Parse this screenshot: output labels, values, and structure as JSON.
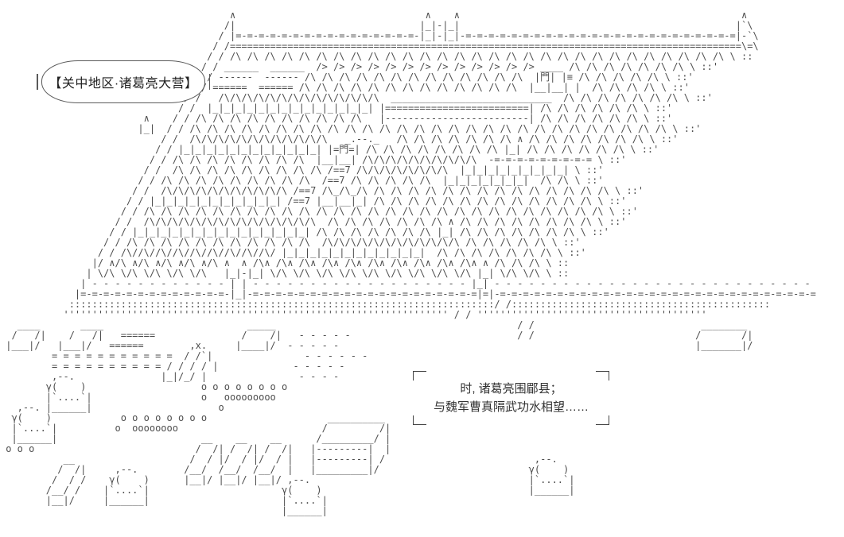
{
  "scene": {
    "location_label": "【关中地区·诸葛亮大营】",
    "narration": {
      "line1": "时, 诸葛亮围郿县；",
      "line2": "与魏军曹真隔武功水相望……"
    },
    "colors": {
      "background": "#ffffff",
      "art": "#4d4d4d",
      "text": "#333333",
      "box_border": "#5a5a5a"
    },
    "ascii_art": {
      "description": "isometric-army-camp",
      "gate_glyph": "門",
      "flag_glyph": "≡",
      "lines": [
        "",
        "                                        ∧                                 ∧    ∧                                                 ∧",
        "                                       /|                                |_|-|_|                                                |`\\",
        "                                      / |=-=-=-=-=-=-=-=-=-=-=-=-=-=-=-=-|_|-|_|-=-=-=-=-=-=-=-=-=-=-=-=-=-=-=-=-=-=-=-=-=-=-=-=|-`\\",
        "                                     / /=========================================================================================\\=\\",
        "                                    / / /\\ /\\ /\\ /\\ /\\ /\\ /\\ /\\ /\\ /\\ /\\ /\\ /\\ /\\ /\\ /\\ /\\ /\\ /\\ /\\ /\\ /\\ /\\ /\\ /\\ /\\ /\\ /\\ /\\ \\ ::",
        "                                   / / ______  ______  /> /> /> /> /> /> /> /> /> /> /> /> /> ____ /\\ /\\ /\\ /\\ /\\ /\\ /\\ \\ ::'",
        "                                  / / ------  ------ /\\ /\\ /\\ /\\ /\\ /\\ /\\ /\\ /\\ /\\ /\\ /\\ /\\  |門| |≡ /\\ /\\ /\\ /\\ /\\ \\ ::'",
        "                                 / / ======  ====== /\\ /\\ /\\ /\\ /\\ /\\ /\\ /\\ /\\ /\\ /\\ /\\ /\\  |__|__| |  /\\ /\\ /\\ /\\ \\ ::'",
        "                                / /   /\\/\\/\\/\\/\\/\\/\\/\\/\\/\\/\\/\\/\\/\\  ____________________________  /\\ /\\ /\\ /\\ /\\ /\\ /\\ \\ ::'",
        "                               / /  |_|_|_|_|_|_|_|_|_|_|_|_|_|_| |=========================| /\\ /\\ /\\ /\\ /\\ /\\ \\ ::'",
        "                         ∧    / / /\\ /\\ /\\ /\\ /\\ /\\ /\\ /\\ /\\ /\\   |-------------------------| /\\ /\\ /\\ /\\ /\\ /\\ \\ ::'",
        "                        |_|  / / /\\ /\\ /\\ /\\ /\\ /\\ /\\ /\\ /\\ /\\ /\\ /\\ /\\ /\\ /\\ /\\ /\\ /\\ /\\ /\\ /\\ /\\ /\\ /\\ /\\ /\\ /\\ /\\ \\ ::'",
        "                            / /  /\\/\\/\\/\\/\\/\\/\\/\\/\\/\\/\\/\\   _.--._   /\\ /\\ /\\ /\\ /\\ /\\ /\\ ∧ /\\ /\\ /\\ /\\ /\\ /\\ /\\ \\ ::'",
        "                           / / |_|_|_|_|_|_|_|_|_|_|_|_| |=門=| /\\ /\\ /\\ /\\ /\\ /\\ /\\ /\\ |_| /\\ /\\ /\\ /\\ /\\ /\\ \\ ::'",
        "                          / / /\\ /\\ /\\ /\\ /\\ /\\ /\\ /\\  |__|__| /\\/\\/\\/\\/\\/\\/\\/\\/\\/\\  -=-=-=-=-=-=-=-=-= \\ ::'",
        "                         / /  /\\ /\\ /\\ /\\ /\\ /\\ /\\ /\\ /\\ /==7 /\\/\\/\\/\\/\\/\\/\\/\\  |_|_|_|_|_|_|_|_|_| \\ ::'",
        "                        / / /\\ /\\ /\\ /\\ /\\ /\\ /\\ /\\ /\\  /==7 /\\ /\\ /\\ /\\ /\\  |_|_|_|_|_|_|_|  /\\ /\\ \\ ::'",
        "                       / /  /\\/\\/\\/\\/\\/\\/\\/\\/\\/\\/\\ /==7 /\\_/\\_/\\ /\\ /\\ /\\ /\\ /\\ /\\ /\\ /\\ /\\ /\\ /\\ /\\ /\\ /\\ \\ ::'",
        "                      / / |_|_|_|_|_|_|_|_|_|_|_| /==7 |__|__|_| /\\ /\\ /\\ /\\ /\\ /\\ /\\ /\\ /\\ /\\ /\\ /\\ /\\ \\ ::'",
        "                     / / /\\ /\\ /\\ /\\ /\\ /\\ /\\ /\\ /\\ /\\ /\\ /\\ /\\ /\\ /\\ /\\ /\\ /\\ /\\ /\\ /\\ /\\ /\\ /\\ /\\ /\\ /\\ \\ ::'",
        "                    / /  /\\/\\/\\/\\/\\/\\/\\/\\/\\/\\/\\/\\/\\/\\/\\  /\\ /\\ /\\ /\\ /\\ /\\ /\\ ∧ /\\ /\\ /\\ /\\ /\\ /\\ /\\ /\\ \\ ::'",
        "                   / / |_|_|_|_|_|_|_|_|_|_|_|_|_|_|_| /\\ /\\ /\\ /\\ /\\ /\\ /\\ |_| /\\ /\\ /\\ /\\ /\\ /\\ /\\ \\ ::'",
        "                  / / /\\ /\\ /\\ /\\ /\\ /\\ /\\ /\\ /\\ /\\ /\\  /\\/\\/\\/\\/\\/\\/\\/\\/\\/\\/\\/\\ /\\ /\\ /\\ /\\ /\\ \\ ::'",
        "                 / / /\\//\\//\\//\\//\\//\\//\\//\\//\\/ |_|_|_|_|_|_|_|_|_|_|_|_|  /\\ /\\ /\\ /\\ /\\ /\\ /\\ \\ ::'",
        "                |/ ∧/\\ ∧/\\ ∧/\\ ∧/\\ ∧/\\ ∧  ∧ /\\∧ /\\∧ /\\∧ /\\∧ /\\∧ /\\∧ /\\∧ /\\∧ /\\∧ /\\∧ ∧ /\\ /\\ /\\ \\ ::",
        "               | \\/\\ \\/\\ \\/\\ \\/\\ \\/\\   |_|-|_| \\/\\ \\/\\ \\/\\ \\/\\ \\/\\ \\/\\ \\/\\ \\/\\ \\/\\ |_| \\/\\ \\/\\ \\ ::",
        "              | - - - - - - - - - - - - | | - - - - - - - - - - - - - - - - - - - |_| - - - - - - - - - - - - - - - - - - - - - - - - - - - -",
        "             |=-=-=-=-=-=-=-=-=-=-=-=-=-|_|-=-=-=-=-=-=-=-=-=-=-=-=-=-=-=-=-=-=-=-=|=|-=-=-=-=-=-=-=-=-=-=-=-=-=-=-=-=-=-=-=-=-=-=-=-=-=-=-=-=",
        "            ::::::::::::::::::::::::::::::::::::::::::::::::::::::::::::::::::::::::::/ /:::::::::::::::::::::::::::::::::::::::::::::",
        "           ''''''''''''''''''''''''''''''''''''''''''''''''''''''''''''''''''' / / ''''''''''''''''''''''''''''''''''''''''",
        "   ____       ____                         _____                                          / /                             ________",
        "  /   /|    /   /|   ======               /    /|   - - - - -                             / /                            /       /|",
        " |___|/   |___|/   ======        ,x.     |____|/  - - - - -                                                              |_______|/",
        "         = = = = = = = = = = =  / /`|                - - - - - -",
        "         = = = = = = = = = = / / / / |             - - - - -",
        "         ,--.               |_|/_/ |                - - - -",
        "        γ(    )                    o o o o o o o o",
        "        |`....`|                   o   ooooooooo",
        "   ,--. |______|                      o",
        "  γ(    )            o o o o o o o o                     __________",
        "  |`....`|          o  oooooooo                         /         /|",
        "  |______|                         __    __    __      /_________/ |",
        " o o o                            /  /| /  /| /  /|   |---------|  |",
        "           __                    /  / |/  / |/  / |   |---------| /                          ,--.",
        "          /  /|     ,--.        /__/  /__/  /__/  |   |_________|/                          γ(    )",
        "         /  / /    γ(    )      |__|/ |__|/ |__|/ ,--.                                      |`....`|",
        "        /__/ /    |`....`|                       γ(    )                                    |______|",
        "        |__|/     |______|                       |`....`|",
        "                                                 |______|",
        ""
      ]
    }
  }
}
